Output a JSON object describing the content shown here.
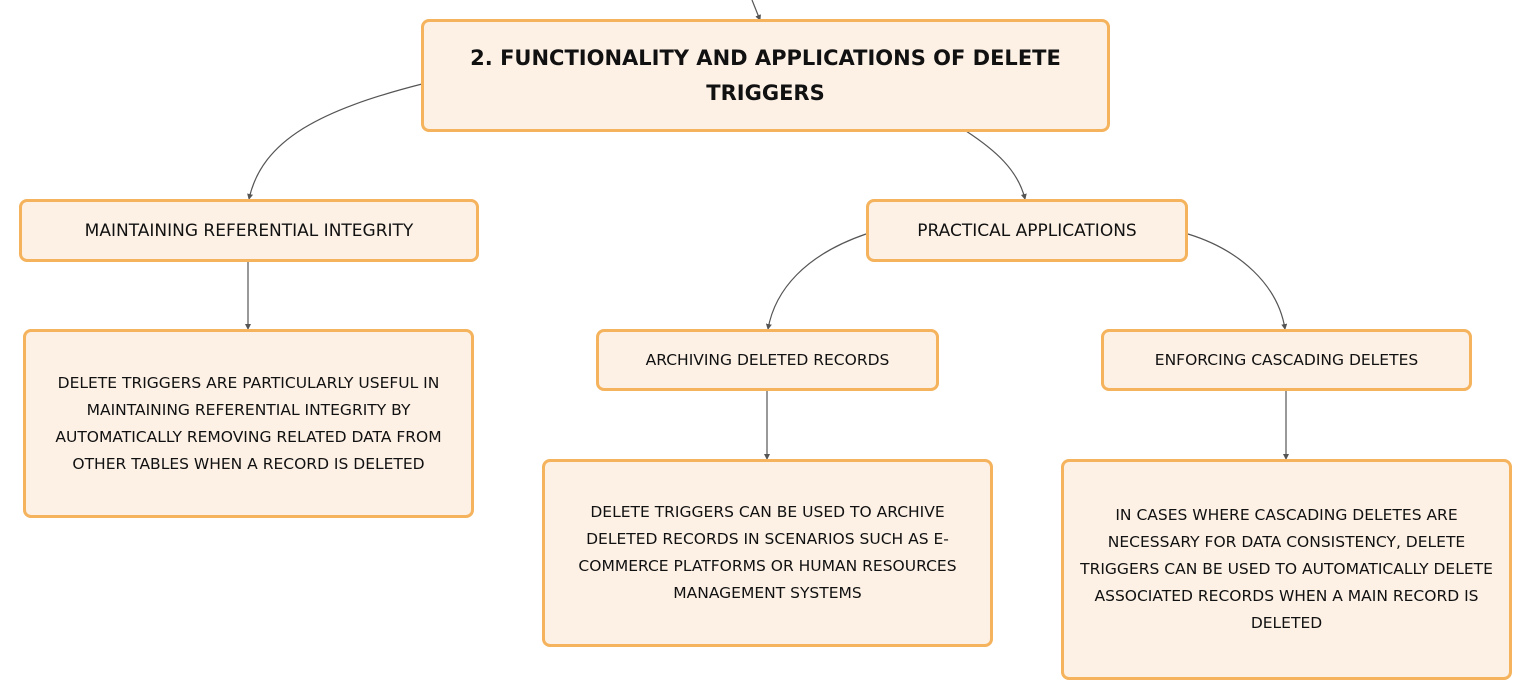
{
  "root": {
    "title": "2. FUNCTIONALITY AND APPLICATIONS OF DELETE TRIGGERS"
  },
  "branches": {
    "integrity": {
      "label": "MAINTAINING REFERENTIAL INTEGRITY",
      "detail": "DELETE TRIGGERS ARE PARTICULARLY USEFUL IN MAINTAINING REFERENTIAL INTEGRITY BY AUTOMATICALLY REMOVING RELATED DATA FROM OTHER TABLES WHEN A RECORD IS DELETED"
    },
    "practical": {
      "label": "PRACTICAL APPLICATIONS",
      "archiving": {
        "label": "ARCHIVING DELETED RECORDS",
        "detail": "DELETE TRIGGERS CAN BE USED TO ARCHIVE DELETED RECORDS IN SCENARIOS SUCH AS E-COMMERCE PLATFORMS OR HUMAN RESOURCES MANAGEMENT SYSTEMS"
      },
      "cascading": {
        "label": "ENFORCING CASCADING DELETES",
        "detail": "IN CASES WHERE CASCADING DELETES ARE NECESSARY FOR DATA CONSISTENCY, DELETE TRIGGERS CAN BE USED TO AUTOMATICALLY DELETE ASSOCIATED RECORDS WHEN A MAIN RECORD IS DELETED"
      }
    }
  },
  "colors": {
    "node_fill": "#fdf1e6",
    "node_border": "#f4b35c",
    "connector": "#555555",
    "text": "#111111"
  }
}
